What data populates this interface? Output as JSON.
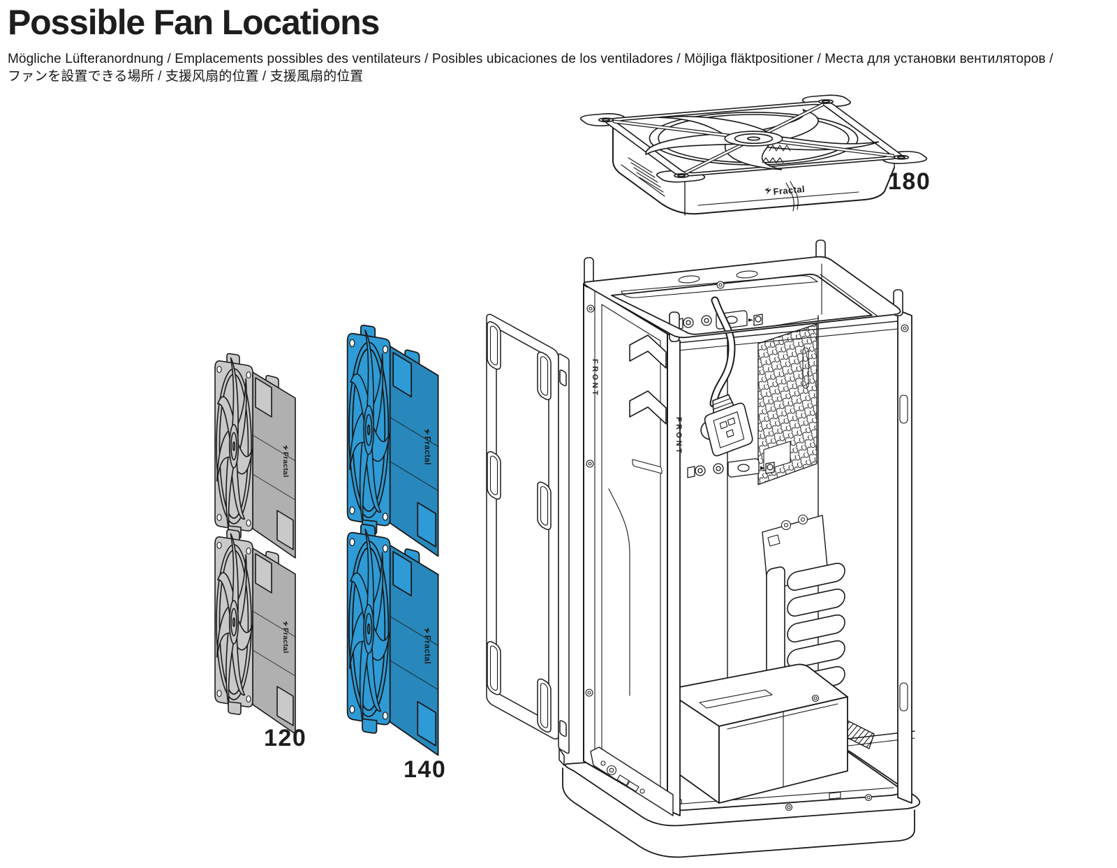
{
  "header": {
    "title": "Possible Fan Locations",
    "subtitle_line1": "Mögliche Lüfteranordnung / Emplacements possibles des ventilateurs / Posibles ubicaciones de los ventiladores / Möjliga fläktpositioner / Места для установки вентиляторов /",
    "subtitle_line2": "ファンを設置できる場所 / 支援风扇的位置 / 支援風扇的位置"
  },
  "fans": {
    "top_fan_label": "180",
    "gray_stack_label": "120",
    "blue_stack_label": "140",
    "brand": "Fractal"
  },
  "case_chassis": {
    "front_label": "FRONT"
  },
  "colors": {
    "highlight_blue": "#2E9BD6",
    "fan_gray": "#C9C9C9",
    "line_dark": "#1A1A1A"
  }
}
